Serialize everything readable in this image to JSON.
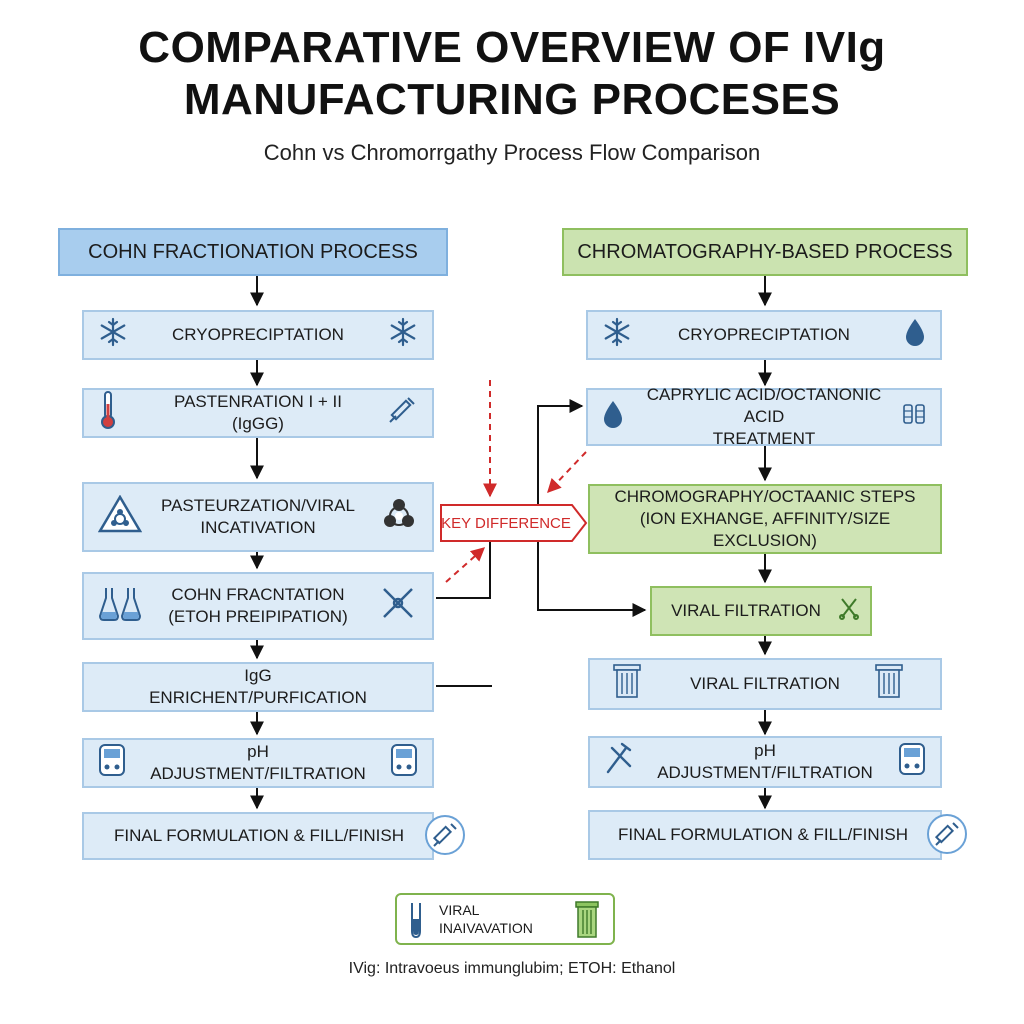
{
  "header": {
    "title_line1": "COMPARATIVE OVERVIEW OF IVIg",
    "title_line2": "MANUFACTURING PROCESES",
    "subtitle": "Cohn vs Chromorrgathy Process Flow Comparison"
  },
  "left": {
    "heading": "COHN FRACTIONATION PROCESS",
    "steps": [
      {
        "label": "CRYOPRECIPTATION",
        "icon_left": "snowflake-icon",
        "icon_right": "snowflake-icon"
      },
      {
        "label": "PASTENRATION I + II (IgGG)",
        "icon_left": "thermometer-icon",
        "icon_right": "pipette-icon"
      },
      {
        "label": "PASTEURZATION/VIRAL\nINCATIVATION",
        "icon_left": "biohazard-triangle-icon",
        "icon_right": "biohazard-icon"
      },
      {
        "label": "COHN FRACNTATION\n(ETOH PREIPIPATION)",
        "icon_left": "flasks-icon",
        "icon_right": "tools-icon"
      },
      {
        "label": "IgG ENRICHENT/PURFICATION"
      },
      {
        "label": "pH ADJUSTMENT/FILTRATION",
        "icon_left": "meter-icon",
        "icon_right": "meter-icon"
      },
      {
        "label": "FINAL FORMULATION & FILL/FINISH",
        "icon_right": "syringe-icon"
      }
    ]
  },
  "right": {
    "heading": "CHROMATOGRAPHY-BASED PROCESS",
    "steps": [
      {
        "label": "CRYOPRECIPTATION",
        "icon_left": "snowflake-icon",
        "icon_right": "droplet-icon"
      },
      {
        "label": "CAPRYLIC ACID/OCTANONIC ACID\nTREATMENT",
        "icon_left": "droplet-icon",
        "icon_right": "columns-icon"
      },
      {
        "label": "CHROMOGRAPHY/OCTAANIC STEPS\n(ION EXHANGE, AFFINITY/SIZE EXCLUSION)"
      },
      {
        "label": "VIRAL FILTRATION",
        "icon_right": "filter-tool-icon"
      },
      {
        "label": "VIRAL FILTRATION",
        "icon_left": "filter-cartridge-icon",
        "icon_right": "filter-cartridge-icon"
      },
      {
        "label": "pH ADJUSTMENT/FILTRATION",
        "icon_left": "tool-icon",
        "icon_right": "meter-icon"
      },
      {
        "label": "FINAL FORMULATION & FILL/FINISH",
        "icon_right": "syringe-icon"
      }
    ]
  },
  "key_difference": "KEY DIFFERENCE",
  "legend": {
    "label": "VIRAL\nINAIVAVATION",
    "icon_left": "test-tube-icon",
    "icon_right": "green-filter-icon"
  },
  "footnote": "IVig: Intravoeus immunglubim; ETOH: Ethanol",
  "colors": {
    "blue_fill": "#d5e6f5",
    "blue_header": "#a8cdee",
    "green_fill": "#cfe4b5",
    "accent_red": "#d02a2a"
  }
}
